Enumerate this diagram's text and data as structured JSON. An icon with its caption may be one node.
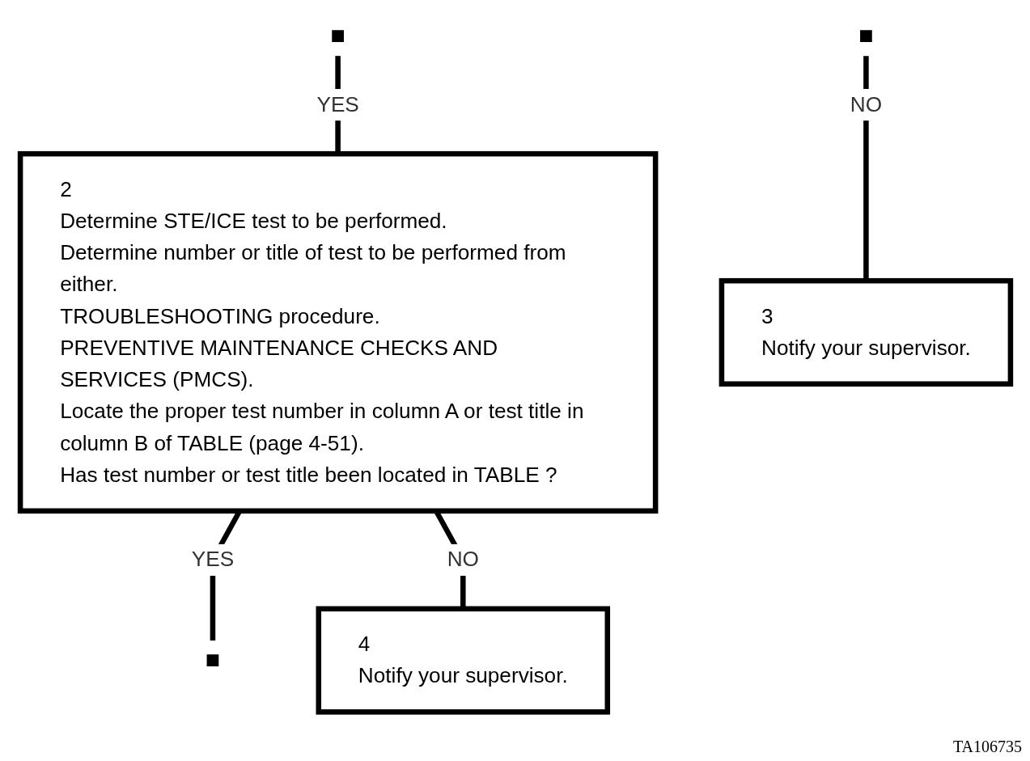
{
  "diagram": {
    "nodes": [
      {
        "text": [
          "2",
          "Determine STE/ICE test to be performed.",
          "Determine number or title of test to be performed from either.",
          "TROUBLESHOOTING procedure.",
          "PREVENTIVE MAINTENANCE CHECKS AND SERVICES (PMCS).",
          "Locate the proper test number in column A or test title in column B of TABLE (page 4-51).",
          "Has test number or test title been located in TABLE ?"
        ]
      },
      {
        "text": [
          "3",
          "Notify your supervisor."
        ]
      },
      {
        "text": [
          "4",
          "Notify your supervisor."
        ]
      }
    ],
    "edges": [
      {
        "from": null,
        "to": 0,
        "arrow": "none",
        "label": "YES"
      },
      {
        "from": null,
        "to": 1,
        "arrow": "none",
        "label": "NO"
      },
      {
        "from": 0,
        "to": null,
        "arrow": "none",
        "label": "YES"
      },
      {
        "from": 0,
        "to": 2,
        "arrow": "none",
        "label": "NO"
      }
    ],
    "labels": [
      "TA106735"
    ]
  }
}
